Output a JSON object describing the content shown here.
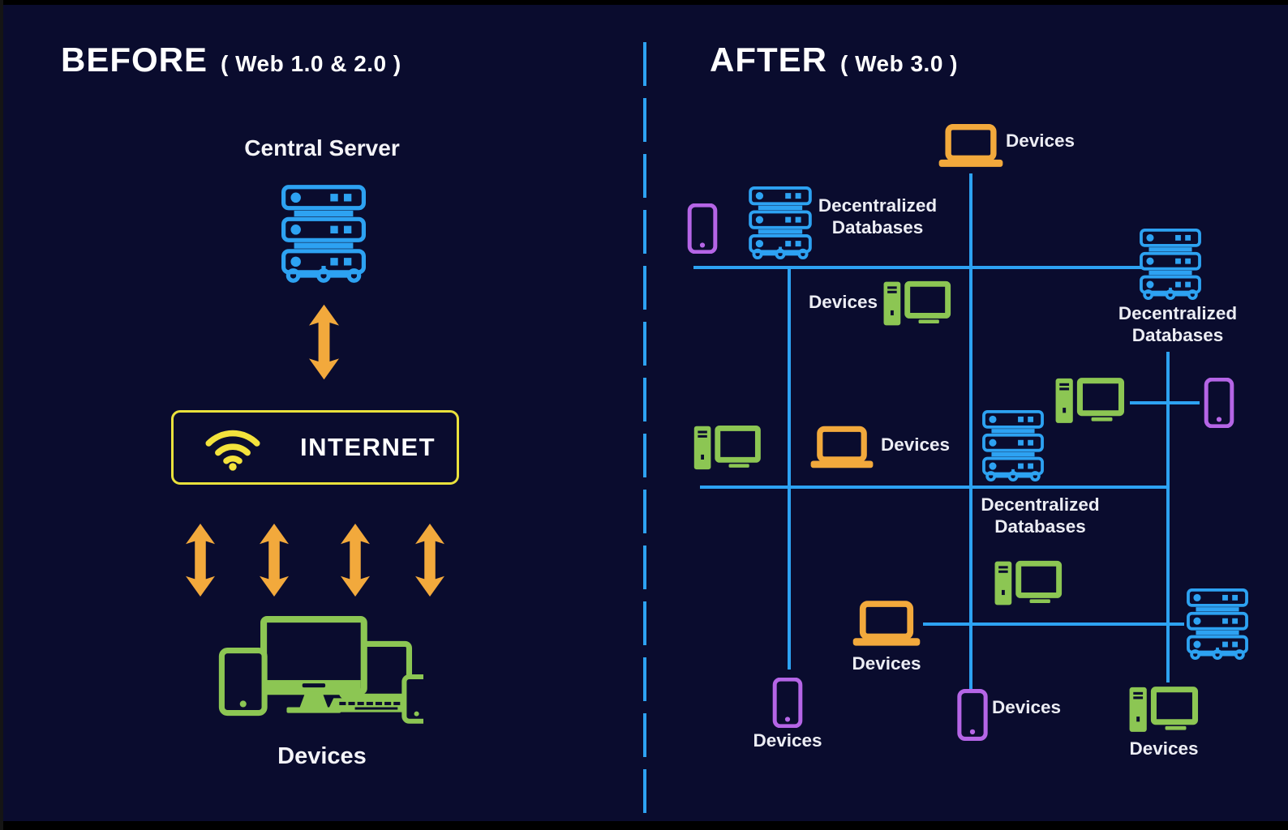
{
  "colors": {
    "background": "#0a0c2e",
    "connection_blue": "#2da2f2",
    "server_blue": "#2da2f2",
    "device_orange": "#f2a93c",
    "device_green": "#8cc653",
    "device_purple": "#b565e6",
    "internet_yellow": "#e9e13c",
    "text_white": "#ffffff"
  },
  "icons": {
    "server": "server-rack-icon",
    "laptop": "laptop-icon",
    "desktop": "desktop-pc-icon",
    "phone": "smartphone-icon",
    "wifi": "wifi-icon",
    "arrow": "double-headed-arrow-icon",
    "devices_cluster": "multi-device-cluster-icon"
  },
  "before": {
    "title": "BEFORE",
    "subtitle": "( Web 1.0 & 2.0 )",
    "server_label": "Central Server",
    "internet_label": "INTERNET",
    "devices_label": "Devices"
  },
  "after": {
    "title": "AFTER",
    "subtitle": "( Web 3.0 )",
    "nodes": [
      {
        "id": "laptop-top",
        "icon": "laptop-icon",
        "label": "Devices"
      },
      {
        "id": "phone-top-left",
        "icon": "smartphone-icon",
        "label": ""
      },
      {
        "id": "server-top",
        "icon": "server-rack-icon",
        "label": "Decentralized Databases"
      },
      {
        "id": "server-right",
        "icon": "server-rack-icon",
        "label": "Decentralized Databases"
      },
      {
        "id": "pc-upper",
        "icon": "desktop-pc-icon",
        "label": "Devices"
      },
      {
        "id": "pc-left",
        "icon": "desktop-pc-icon",
        "label": ""
      },
      {
        "id": "laptop-mid",
        "icon": "laptop-icon",
        "label": "Devices"
      },
      {
        "id": "server-center",
        "icon": "server-rack-icon",
        "label": "Decentralized Databases"
      },
      {
        "id": "pc-mid-right",
        "icon": "desktop-pc-icon",
        "label": ""
      },
      {
        "id": "phone-right",
        "icon": "smartphone-icon",
        "label": ""
      },
      {
        "id": "pc-center-bottom",
        "icon": "desktop-pc-icon",
        "label": ""
      },
      {
        "id": "laptop-bottom",
        "icon": "laptop-icon",
        "label": "Devices"
      },
      {
        "id": "phone-bottom-left",
        "icon": "smartphone-icon",
        "label": "Devices"
      },
      {
        "id": "phone-bottom-center",
        "icon": "smartphone-icon",
        "label": "Devices"
      },
      {
        "id": "server-bottom-right",
        "icon": "server-rack-icon",
        "label": ""
      },
      {
        "id": "pc-bottom-right",
        "icon": "desktop-pc-icon",
        "label": "Devices"
      }
    ]
  }
}
